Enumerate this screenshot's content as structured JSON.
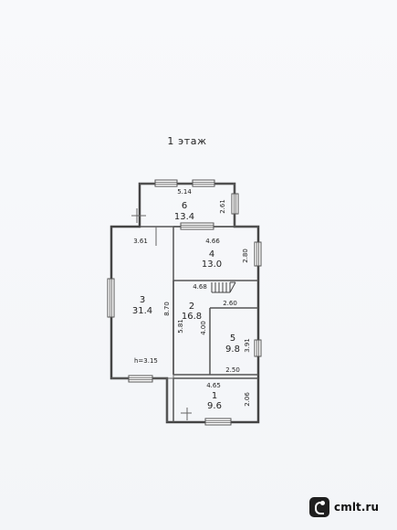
{
  "plan": {
    "title": "1 этаж",
    "height_note": "h=3.15"
  },
  "rooms": [
    {
      "num": "1",
      "area": "9.6"
    },
    {
      "num": "2",
      "area": "16.8"
    },
    {
      "num": "3",
      "area": "31.4"
    },
    {
      "num": "4",
      "area": "13.0"
    },
    {
      "num": "5",
      "area": "9.8"
    },
    {
      "num": "6",
      "area": "13.4"
    }
  ],
  "dimensions": {
    "room6_top": "5.14",
    "room6_right": "2.61",
    "room3_top": "3.61",
    "room3_height": "8.70",
    "room4_width": "4.66",
    "room4_height": "2.80",
    "hall_width": "4.68",
    "room5_top": "2.60",
    "hall_height": "4.00",
    "hall_lower": "5.81",
    "room5_height": "3.91",
    "room5_bottom": "2.50",
    "room1_width": "4.65",
    "room1_height": "2.06"
  },
  "watermark": {
    "text": "cmlt.ru"
  }
}
